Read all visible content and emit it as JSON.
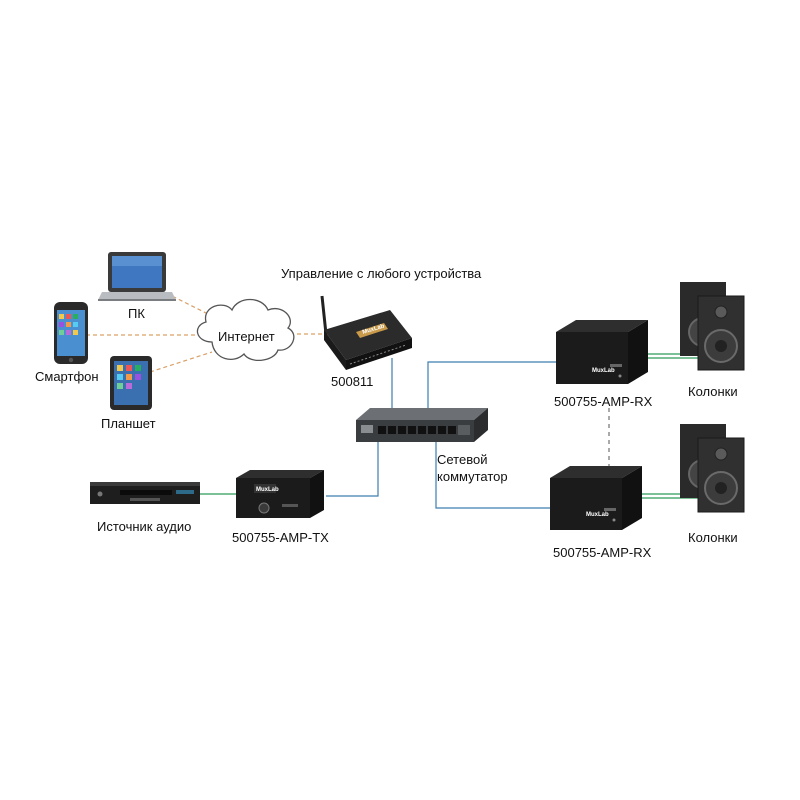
{
  "labels": {
    "pc": "ПК",
    "internet": "Интернет",
    "smartphone": "Смартфон",
    "tablet": "Планшет",
    "control": "Управление с любого устройства",
    "router": "500811",
    "switch_line1": "Сетевой",
    "switch_line2": "коммутатор",
    "audio_source": "Источник аудио",
    "tx": "500755-AMP-TX",
    "rx1": "500755-AMP-RX",
    "rx2": "500755-AMP-RX",
    "speakers1": "Колонки",
    "speakers2": "Колонки"
  },
  "device_logos": {
    "router": "MuxLab",
    "tx": "MuxLab",
    "rx1": "MuxLab",
    "rx2": "MuxLab"
  },
  "colors": {
    "internet_link": "#d9a066",
    "network_link": "#3d7fb0",
    "audio_link": "#2f9a5a",
    "dashed_link": "#555555"
  },
  "icons": [
    "laptop-icon",
    "cloud-icon",
    "smartphone-icon",
    "tablet-icon",
    "router-icon",
    "network-switch-icon",
    "dvd-player-icon",
    "amplifier-icon",
    "speaker-icon"
  ]
}
